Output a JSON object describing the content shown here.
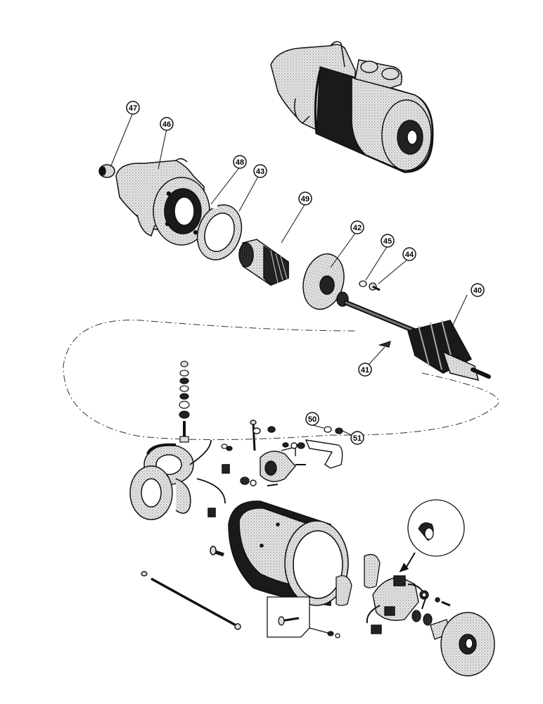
{
  "callouts": {
    "c40": "40",
    "c41": "41",
    "c42": "42",
    "c43": "43",
    "c44": "44",
    "c45": "45",
    "c46": "46",
    "c47": "47",
    "c48": "48",
    "c49": "49",
    "c50": "50",
    "c51": "51"
  },
  "colors": {
    "ink": "#111111",
    "paper": "#ffffff",
    "shade": "#8a8a8a"
  }
}
